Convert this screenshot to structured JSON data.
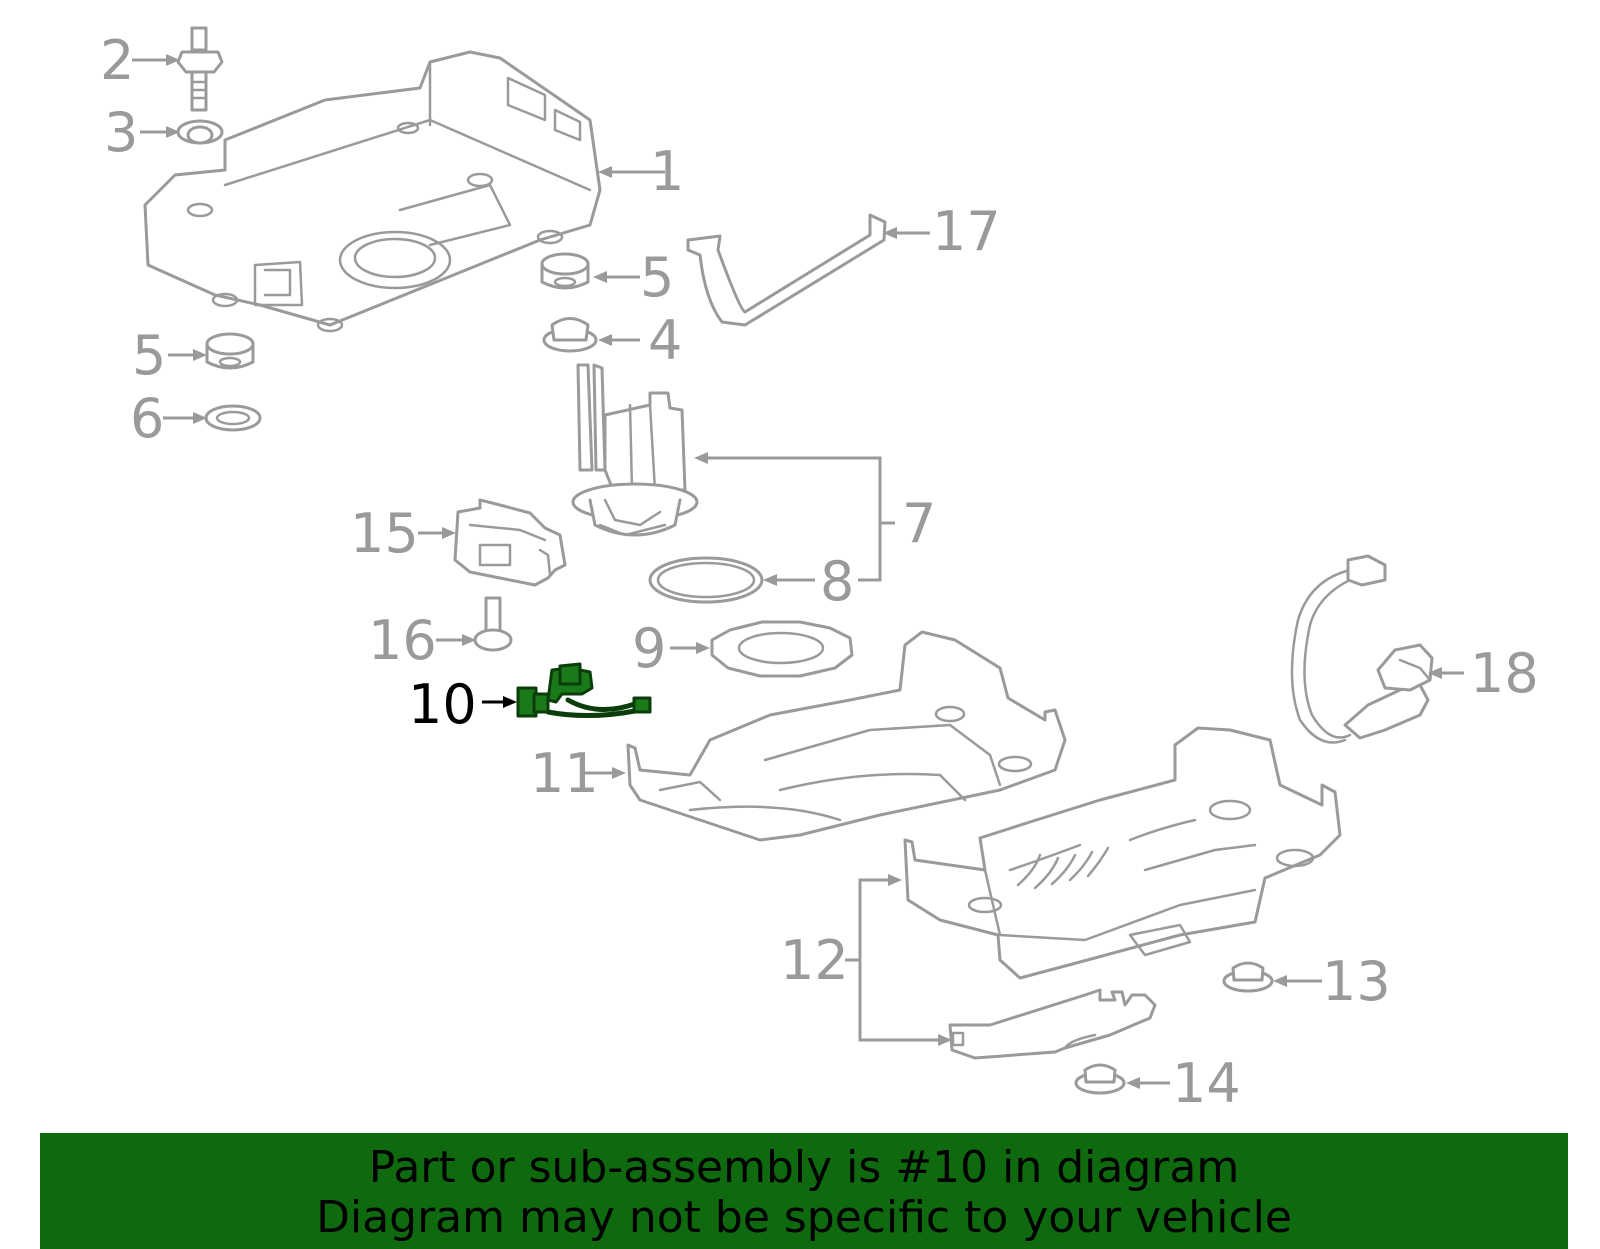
{
  "diagram": {
    "highlight_color": "#1a7a1a",
    "line_color": "#9a9a9a",
    "callouts": {
      "c1": "1",
      "c2": "2",
      "c3": "3",
      "c4": "4",
      "c5a": "5",
      "c5b": "5",
      "c6": "6",
      "c7": "7",
      "c8": "8",
      "c9": "9",
      "c10": "10",
      "c11": "11",
      "c12": "12",
      "c13": "13",
      "c14": "14",
      "c15": "15",
      "c16": "16",
      "c17": "17",
      "c18": "18"
    },
    "highlighted_part": "10"
  },
  "banner": {
    "line1": "Part or sub-assembly is #10 in diagram",
    "line2": "Diagram may not be specific to your vehicle",
    "background": "#0f6a0f"
  }
}
